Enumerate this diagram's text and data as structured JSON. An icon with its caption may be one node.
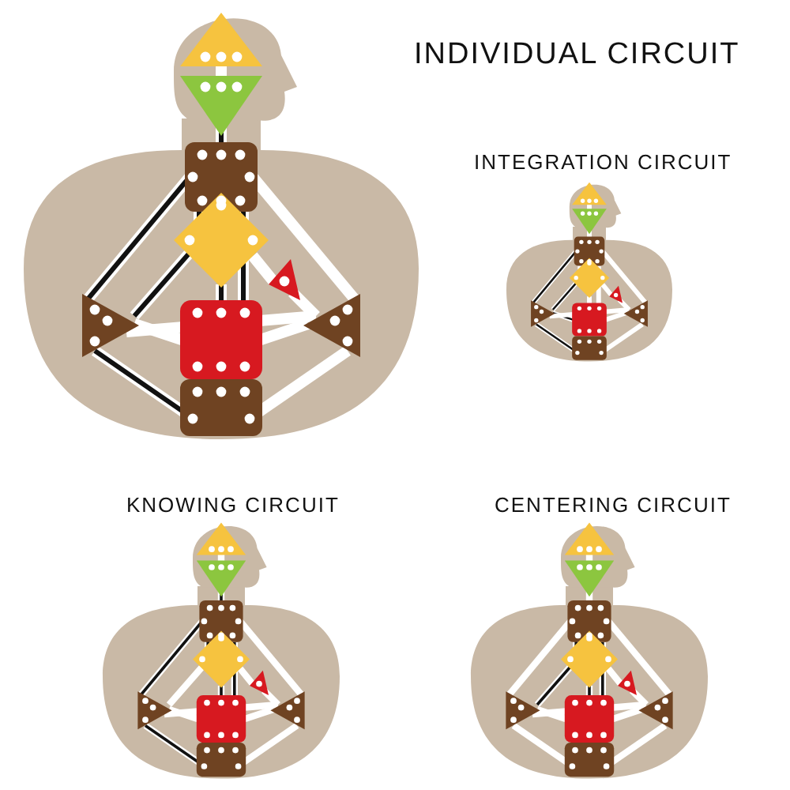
{
  "diagram": {
    "title": "INDIVIDUAL CIRCUIT",
    "labels": [
      "INTEGRATION CIRCUIT",
      "KNOWING CIRCUIT",
      "CENTERING CIRCUIT"
    ]
  }
}
